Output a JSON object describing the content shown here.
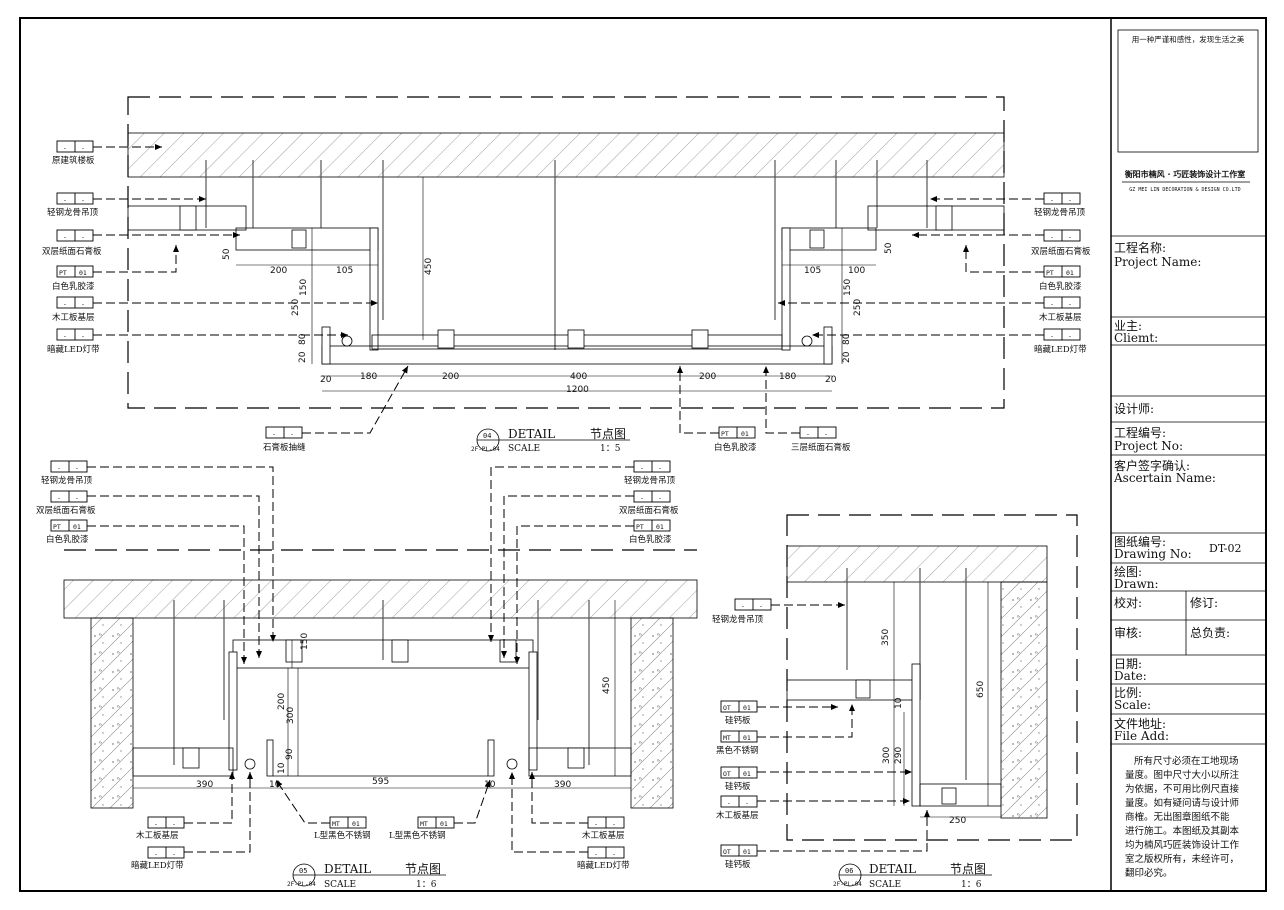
{
  "title_block": {
    "slogan": "用一种严谨和感性，发现生活之美",
    "company_cn": "衡阳市楠风 · 巧匠装饰设计工作室",
    "company_en": "GZ MEI LIN DECORATION & DESIGN CO.LTD",
    "project_name_cn": "工程名称:",
    "project_name_en": "Project Name:",
    "client_cn": "业主:",
    "client_en": "Cliemt:",
    "designer_cn": "设计师:",
    "project_no_cn": "工程编号:",
    "project_no_en": "Project No:",
    "ascertain_cn": "客户签字确认:",
    "ascertain_en": "Ascertain Name:",
    "drawing_no_cn": "图纸编号:",
    "drawing_no_en": "Drawing No:",
    "drawing_no_value": "DT-02",
    "drawn_cn": "绘图:",
    "drawn_en": "Drawn:",
    "check_cn": "校对:",
    "revise_cn": "修订:",
    "review_cn": "审核:",
    "chief_cn": "总负责:",
    "date_cn": "日期:",
    "date_en": "Date:",
    "scale_cn": "比例:",
    "scale_en": "Scale:",
    "file_cn": "文件地址:",
    "file_en": "File Add:",
    "notes": [
      "所有尺寸必须在工地现场",
      "量度。图中尺寸大小以所注",
      "为依据，不可用比例尺直接",
      "量度。如有疑问请与设计师",
      "商榷。无出图章图纸不能",
      "进行施工。本图纸及其副本",
      "均为楠风巧匠装饰设计工作",
      "室之版权所有，未经许可，",
      "翻印必究。"
    ]
  },
  "detail_04": {
    "num": "04",
    "ref": "2F-PL-04",
    "title": "DETAIL",
    "cn": "节点图",
    "scale_label": "SCALE",
    "scale": "1：5",
    "labels": {
      "slab": "原建筑楼板",
      "keel_l": "轻钢龙骨吊顶",
      "gypsum_l": "双层纸面石膏板",
      "paint_l": "白色乳胶漆",
      "wood_l": "木工板基层",
      "led_l": "暗藏LED灯带",
      "keel_r": "轻钢龙骨吊顶",
      "gypsum_r": "双层纸面石膏板",
      "paint_r": "白色乳胶漆",
      "wood_r": "木工板基层",
      "led_r": "暗藏LED灯带",
      "seam": "石膏板抽缝",
      "paint_b": "白色乳胶漆",
      "gypsum3": "三层纸面石膏板"
    },
    "tags": {
      "dash": "-",
      "pt": "PT",
      "pt_no": "01"
    },
    "dims": {
      "d50": "50",
      "d200": "200",
      "d105": "105",
      "d450": "450",
      "d150": "150",
      "d250": "250",
      "d80": "80",
      "d20": "20",
      "d180": "180",
      "d400": "400",
      "d1200": "1200",
      "d100": "100"
    }
  },
  "detail_05": {
    "num": "05",
    "ref": "2F-PL-04",
    "title": "DETAIL",
    "cn": "节点图",
    "scale_label": "SCALE",
    "scale": "1：6",
    "labels": {
      "keel_l": "轻钢龙骨吊顶",
      "gypsum_l": "双层纸面石膏板",
      "paint_l": "白色乳胶漆",
      "keel_r": "轻钢龙骨吊顶",
      "gypsum_r": "双层纸面石膏板",
      "paint_r": "白色乳胶漆",
      "wood_l": "木工板基层",
      "led_l": "暗藏LED灯带",
      "steel_1": "L型黑色不锈钢",
      "steel_2": "L型黑色不锈钢",
      "wood_r": "木工板基层",
      "led_r": "暗藏LED灯带"
    },
    "tags": {
      "dash": "-",
      "pt": "PT",
      "mt": "MT",
      "no": "01"
    },
    "dims": {
      "d150": "150",
      "d200": "200",
      "d300": "300",
      "d90": "90",
      "d10": "10",
      "d390": "390",
      "d595": "595",
      "d450": "450"
    }
  },
  "detail_06": {
    "num": "06",
    "ref": "2F-PL-04",
    "title": "DETAIL",
    "cn": "节点图",
    "scale_label": "SCALE",
    "scale": "1：6",
    "labels": {
      "keel": "轻钢龙骨吊顶",
      "calcium_1": "硅钙板",
      "steel": "黑色不锈钢",
      "calcium_2": "硅钙板",
      "wood": "木工板基层",
      "calcium_3": "硅钙板"
    },
    "tags": {
      "dash": "-",
      "ot": "OT",
      "mt": "MT",
      "no": "01"
    },
    "dims": {
      "d350": "350",
      "d650": "650",
      "d10": "10",
      "d300": "300",
      "d290": "290",
      "d250": "250"
    }
  }
}
